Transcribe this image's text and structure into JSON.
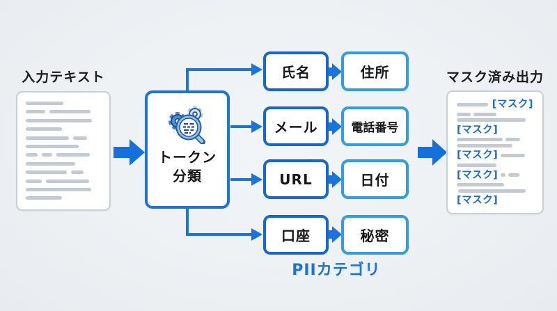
{
  "input": {
    "title": "入力テキスト"
  },
  "classifier": {
    "label_line1": "トークン",
    "label_line2": "分類",
    "icon": "gears-magnifier-document-icon"
  },
  "categories": {
    "label": "PIIカテゴリ",
    "rows": [
      {
        "primary": "氏名",
        "secondary": "住所"
      },
      {
        "primary": "メール",
        "secondary": "電話番号"
      },
      {
        "primary": "URL",
        "secondary": "日付"
      },
      {
        "primary": "口座",
        "secondary": "秘密"
      }
    ]
  },
  "output": {
    "title": "マスク済み出力",
    "mask_label": "[マスク]"
  },
  "colors": {
    "accent_blue": "#1b74dd",
    "primary_box_border": "#1667d6",
    "secondary_box_border": "#2f9ee6",
    "mask_text": "#1c6fc9",
    "placeholder_gray": "#c4cad3",
    "background": "#edf1f4"
  }
}
